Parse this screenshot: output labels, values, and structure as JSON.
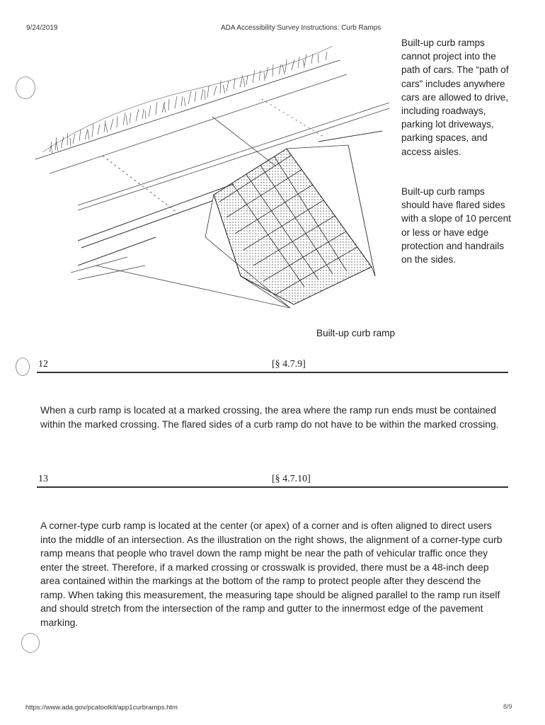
{
  "header": {
    "date": "9/24/2019",
    "title": "ADA Accessibility Survey Instructions: Curb Ramps"
  },
  "figure": {
    "side_text_1": "Built-up curb ramps cannot project into the path of cars. The “path of cars” includes anywhere cars are allowed to drive, including roadways, parking lot driveways, parking spaces, and access aisles.",
    "side_text_2": "Built-up curb ramps should have flared sides with a slope of 10 percent or less or have edge protection and handrails on the sides.",
    "caption": "Built-up curb ramp"
  },
  "items": [
    {
      "number": "12",
      "reference": "[§ 4.7.9]",
      "text": "When a curb ramp is located at a marked crossing, the area where the ramp run ends must be contained within the marked crossing. The flared sides of a curb ramp do not have to be within the marked crossing."
    },
    {
      "number": "13",
      "reference": "[§ 4.7.10]",
      "text": "A corner-type curb ramp is located at the center (or apex) of a corner and is often aligned to direct users into the middle of an intersection. As the illustration on the right shows, the alignment of a corner-type curb ramp means that people who travel down the ramp might be near the path of vehicular traffic once they enter the street. Therefore, if a marked crossing or crosswalk is provided, there must be a 48-inch deep area contained within the markings at the bottom of the ramp to protect people after they descend the ramp. When taking this measurement, the measuring tape should be aligned parallel to the ramp run itself and should stretch from the intersection of the ramp and gutter to the innermost edge of the pavement marking."
    }
  ],
  "footer": {
    "url": "https://www.ada.gov/pcatoolkit/app1curbramps.htm",
    "page": "8/9"
  }
}
